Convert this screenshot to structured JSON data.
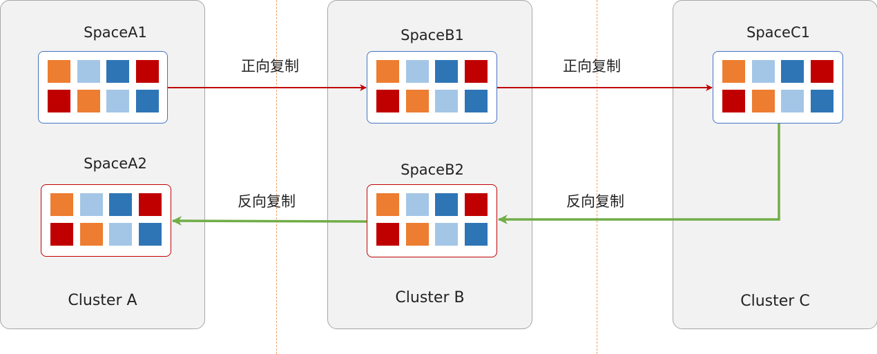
{
  "colors": {
    "orange": "#ed7d31",
    "light_blue": "#a4c6e6",
    "blue": "#2e75b6",
    "red": "#c00000",
    "forward_arrow": "#c00000",
    "reverse_arrow": "#70ad47",
    "primary_border": "#4472c4",
    "secondary_border": "#c00000"
  },
  "grid_pattern": [
    [
      "orange",
      "light_blue",
      "blue",
      "red"
    ],
    [
      "red",
      "orange",
      "light_blue",
      "blue"
    ]
  ],
  "clusters": {
    "a": {
      "label": "Cluster A"
    },
    "b": {
      "label": "Cluster B"
    },
    "c": {
      "label": "Cluster C"
    }
  },
  "spaces": {
    "a1": {
      "title": "SpaceA1",
      "role": "primary"
    },
    "a2": {
      "title": "SpaceA2",
      "role": "secondary"
    },
    "b1": {
      "title": "SpaceB1",
      "role": "primary"
    },
    "b2": {
      "title": "SpaceB2",
      "role": "secondary"
    },
    "c1": {
      "title": "SpaceC1",
      "role": "primary"
    }
  },
  "flows": {
    "forward_1": {
      "label": "正向复制",
      "from": "SpaceA1",
      "to": "SpaceB1",
      "color": "#c00000"
    },
    "forward_2": {
      "label": "正向复制",
      "from": "SpaceB1",
      "to": "SpaceC1",
      "color": "#c00000"
    },
    "reverse_1": {
      "label": "反向复制",
      "from": "SpaceC1",
      "to": "SpaceB2",
      "color": "#70ad47"
    },
    "reverse_2": {
      "label": "反向复制",
      "from": "SpaceB2",
      "to": "SpaceA2",
      "color": "#70ad47"
    }
  }
}
